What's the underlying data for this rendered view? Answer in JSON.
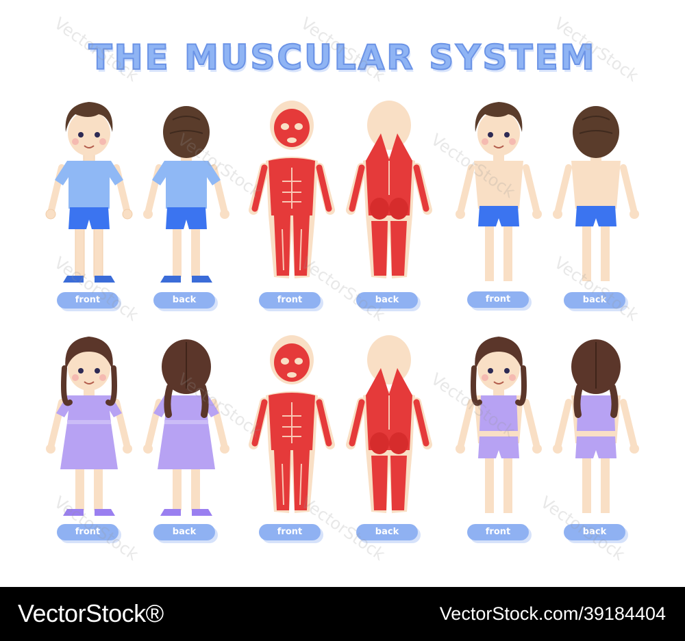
{
  "title": "THE MUSCULAR SYSTEM",
  "watermark": "VectorStock",
  "labels": {
    "boy_dressed_front": "front",
    "boy_dressed_back": "back",
    "boy_muscles_front": "front",
    "boy_muscles_back": "back",
    "boy_underwear_front": "front",
    "boy_underwear_back": "back",
    "girl_dressed_front": "front",
    "girl_dressed_back": "back",
    "girl_muscles_front": "front",
    "girl_muscles_back": "back",
    "girl_underwear_front": "front",
    "girl_underwear_back": "back"
  },
  "footer": {
    "brand": "VectorStock®",
    "image_id": "VectorStock.com/39184404"
  },
  "colors": {
    "title": "#8fb4f4",
    "label_pill": "#8fb1f2",
    "skin": "#f9dfc5",
    "muscle": "#e53a3a",
    "boy_shirt": "#8fb8f5",
    "boy_shorts": "#3b74f0",
    "girl_dress": "#b7a2f3",
    "hair_boy": "#5a3c2b",
    "hair_girl": "#5b362a"
  }
}
